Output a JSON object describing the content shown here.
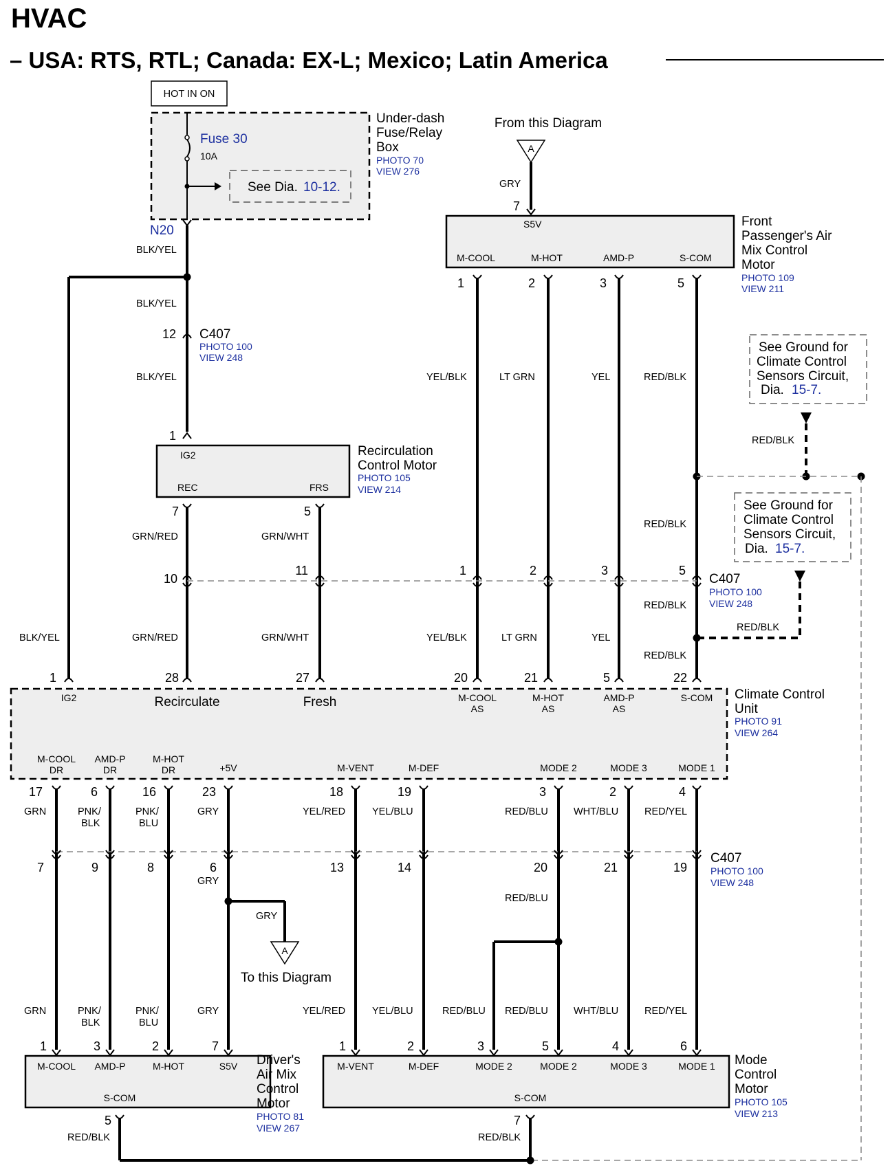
{
  "header": {
    "title": "HVAC",
    "subtitle": "– USA: RTS, RTL; Canada: EX-L; Mexico; Latin America"
  },
  "power": {
    "hot_label": "HOT IN ON",
    "fuse_name": "Fuse 30",
    "fuse_rating": "10A",
    "see_dia_prefix": "See Dia.",
    "see_dia_ref": "10-12.",
    "box_name": [
      "Under-dash",
      "Fuse/Relay",
      "Box"
    ],
    "box_photo": "PHOTO 70",
    "box_view": "VIEW 276",
    "terminal": "N20"
  },
  "connector_ref": {
    "from_diagram": "From this Diagram",
    "to_diagram": "To this Diagram",
    "symbol": "A"
  },
  "front_pass_motor": {
    "name": [
      "Front",
      "Passenger's Air",
      "Mix Control",
      "Motor"
    ],
    "photo": "PHOTO 109",
    "view": "VIEW 211",
    "top_terminal": "S5V",
    "top_pin": "7",
    "top_wire": "GRY",
    "terminals": [
      "M-COOL",
      "M-HOT",
      "AMD-P",
      "S-COM"
    ],
    "pins": [
      "1",
      "2",
      "3",
      "5"
    ],
    "wires": [
      "YEL/BLK",
      "LT GRN",
      "YEL",
      "RED/BLK"
    ]
  },
  "c407": {
    "name": "C407",
    "photo": "PHOTO 100",
    "view": "VIEW 248",
    "pin_top": "12",
    "upper_pins": [
      "10",
      "11",
      "1",
      "2",
      "3",
      "5"
    ],
    "lower_upper_pins": [
      "17",
      "6",
      "16",
      "23",
      "18",
      "19",
      "3",
      "2",
      "4"
    ],
    "lower_lower_pins": [
      "7",
      "9",
      "8",
      "6",
      "13",
      "14",
      "20",
      "21",
      "19"
    ]
  },
  "ground_notes": {
    "line1": "See Ground for",
    "line2": "Climate Control",
    "line3": "Sensors Circuit,",
    "line4_prefix": "Dia.",
    "ref": "15-7."
  },
  "recirc_motor": {
    "name": [
      "Recirculation",
      "Control Motor"
    ],
    "photo": "PHOTO 105",
    "view": "VIEW 214",
    "top_terminal": "IG2",
    "top_pin": "1",
    "terminals": [
      "REC",
      "FRS"
    ],
    "pins": [
      "7",
      "5"
    ],
    "wires": [
      "GRN/RED",
      "GRN/WHT"
    ]
  },
  "wire_colors": {
    "blk_yel": "BLK/YEL",
    "red_blk": "RED/BLK",
    "grn": "GRN",
    "pnk_blk": [
      "PNK/",
      "BLK"
    ],
    "pnk_blu": [
      "PNK/",
      "BLU"
    ],
    "gry": "GRY",
    "yel_red": "YEL/RED",
    "yel_blu": "YEL/BLU",
    "red_blu": "RED/BLU",
    "wht_blu": "WHT/BLU",
    "red_yel": "RED/YEL"
  },
  "ccu": {
    "name": [
      "Climate Control",
      "Unit"
    ],
    "photo": "PHOTO 91",
    "view": "VIEW 264",
    "top_pins": [
      "1",
      "28",
      "27",
      "20",
      "21",
      "5",
      "22"
    ],
    "top_terms": {
      "ig2": "IG2",
      "recirculate": "Recirculate",
      "fresh": "Fresh",
      "mcool": [
        "M-COOL",
        "AS"
      ],
      "mhot": [
        "M-HOT",
        "AS"
      ],
      "amdp": [
        "AMD-P",
        "AS"
      ],
      "scom": "S-COM"
    },
    "bottom_terms": {
      "mcool": [
        "M-COOL",
        "DR"
      ],
      "amdp": [
        "AMD-P",
        "DR"
      ],
      "mhot": [
        "M-HOT",
        "DR"
      ],
      "p5v": "+5V",
      "mvent": "M-VENT",
      "mdef": "M-DEF",
      "mode2": "MODE 2",
      "mode3": "MODE 3",
      "mode1": "MODE 1"
    }
  },
  "driver_motor": {
    "name": [
      "Driver's",
      "Air Mix",
      "Control",
      "Motor"
    ],
    "photo": "PHOTO 81",
    "view": "VIEW 267",
    "terminals": [
      "M-COOL",
      "AMD-P",
      "M-HOT",
      "S5V"
    ],
    "pins": [
      "1",
      "3",
      "2",
      "7"
    ],
    "bottom_terminal": "S-COM",
    "bottom_pin": "5"
  },
  "mode_motor": {
    "name": [
      "Mode",
      "Control",
      "Motor"
    ],
    "photo": "PHOTO 105",
    "view": "VIEW 213",
    "terminals": [
      "M-VENT",
      "M-DEF",
      "MODE 2",
      "MODE 2",
      "MODE 3",
      "MODE 1"
    ],
    "pins": [
      "1",
      "2",
      "3",
      "5",
      "4",
      "6"
    ],
    "bottom_terminal": "S-COM",
    "bottom_pin": "7"
  }
}
